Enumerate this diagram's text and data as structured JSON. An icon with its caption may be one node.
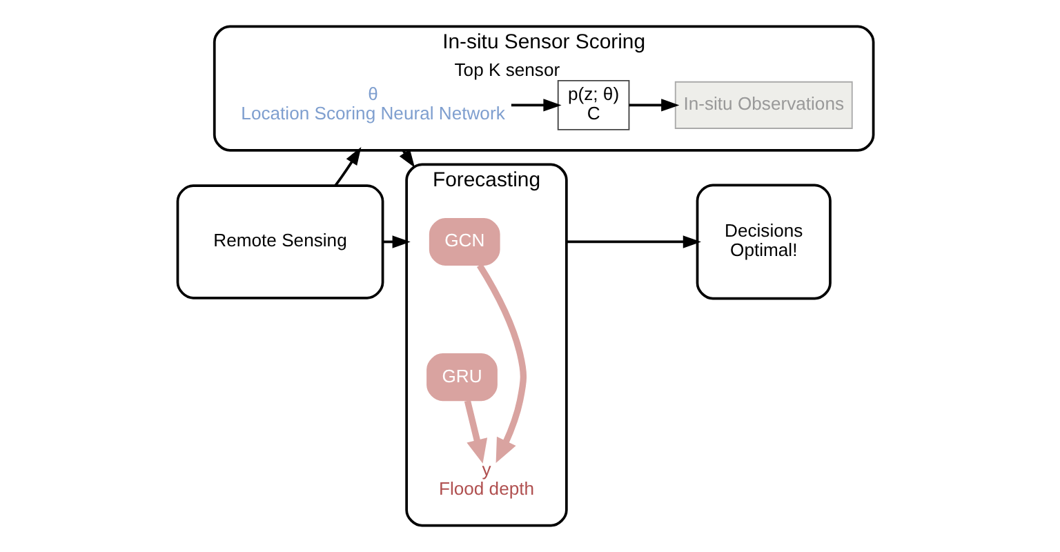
{
  "diagram": {
    "nodes": [
      {
        "text": [
          "In-situ Sensor Scoring"
        ]
      },
      {
        "text": [
          "θ",
          "Location Scoring Neural Network"
        ],
        "in": 0
      },
      {
        "text": [
          "p(z; θ)",
          "C"
        ],
        "beside": [
          "Top K sensor"
        ],
        "in": 0
      },
      {
        "text": [
          "In-situ Observations"
        ],
        "in": 0
      },
      {
        "text": [
          "Remote Sensing"
        ]
      },
      {
        "text": [
          "Forecasting"
        ]
      },
      {
        "text": [
          "GCN"
        ],
        "in": 5
      },
      {
        "text": [
          "GRU"
        ],
        "in": 5
      },
      {
        "text": [
          "y",
          "Flood depth"
        ],
        "in": 5
      },
      {
        "text": [
          "Decisions",
          "Optimal!"
        ]
      }
    ],
    "edges": [
      {
        "from": 1,
        "to": 2,
        "arrow": "to"
      },
      {
        "from": 2,
        "to": 3,
        "arrow": "to"
      },
      {
        "from": 4,
        "to": 0,
        "arrow": "to"
      },
      {
        "from": 0,
        "to": 5,
        "arrow": "to"
      },
      {
        "from": 4,
        "to": 5,
        "arrow": "to"
      },
      {
        "from": 6,
        "to": 8,
        "arrow": "to",
        "style": "thick",
        "color": "#d9a3a0"
      },
      {
        "from": 7,
        "to": 8,
        "arrow": "to",
        "style": "thick",
        "color": "#d9a3a0"
      },
      {
        "from": 5,
        "to": 9,
        "arrow": "to"
      }
    ]
  }
}
